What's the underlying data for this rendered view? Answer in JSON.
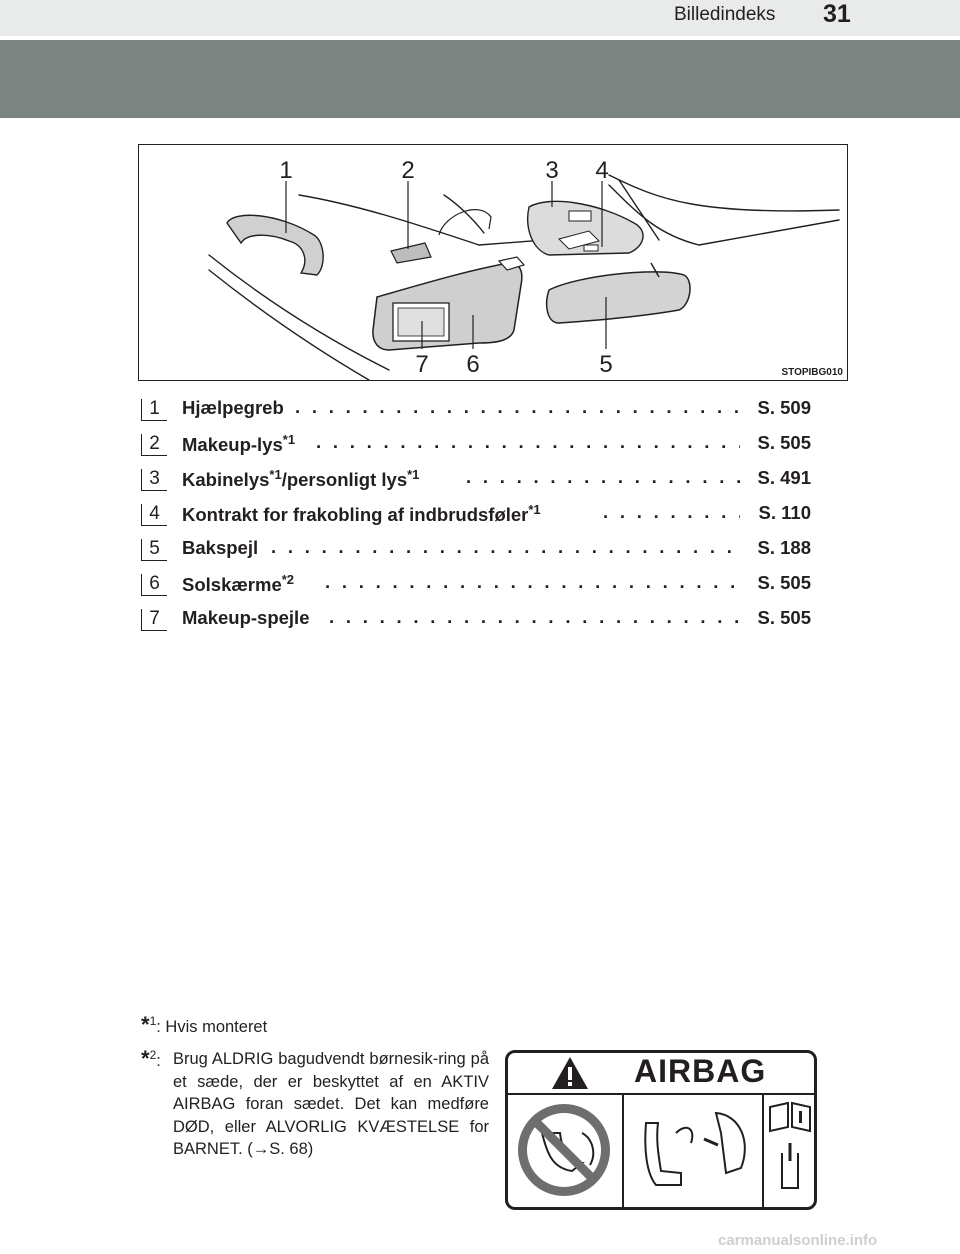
{
  "header": {
    "title": "Billedindeks",
    "page_number": "31"
  },
  "figure": {
    "code": "STOPIBG010",
    "callouts": [
      "1",
      "2",
      "3",
      "4",
      "7",
      "6",
      "5"
    ]
  },
  "items": [
    {
      "num": "1",
      "label": "Hjælpegreb",
      "sup": "",
      "label2": "",
      "sup2": "",
      "ref": "S. 509"
    },
    {
      "num": "2",
      "label": "Makeup-lys",
      "sup": "*1",
      "label2": "",
      "sup2": "",
      "ref": "S. 505"
    },
    {
      "num": "3",
      "label": "Kabinelys",
      "sup": "*1",
      "label2": "/personligt lys",
      "sup2": "*1",
      "ref": "S. 491"
    },
    {
      "num": "4",
      "label": "Kontrakt for frakobling af indbrudsføler",
      "sup": "*1",
      "label2": "",
      "sup2": "",
      "ref": "S. 110"
    },
    {
      "num": "5",
      "label": "Bakspejl",
      "sup": "",
      "label2": "",
      "sup2": "",
      "ref": "S. 188"
    },
    {
      "num": "6",
      "label": "Solskærme",
      "sup": "*2",
      "label2": "",
      "sup2": "",
      "ref": "S. 505"
    },
    {
      "num": "7",
      "label": "Makeup-spejle",
      "sup": "",
      "label2": "",
      "sup2": "",
      "ref": "S. 505"
    }
  ],
  "footnotes": {
    "fn1_mark": "*",
    "fn1_num": "1",
    "fn1_text": ": Hvis monteret",
    "fn2_mark": "*",
    "fn2_num": "2",
    "fn2_colon": ":",
    "fn2_text": "Brug ALDRIG bagudvendt børnesik-ring på et sæde, der er beskyttet af en AKTIV AIRBAG foran sædet. Det kan medføre DØD, eller ALVORLIG KVÆSTELSE for BARNET. (→S. 68)"
  },
  "airbag_label": {
    "text": "AIRBAG"
  },
  "watermark": "carmanualsonline.info"
}
